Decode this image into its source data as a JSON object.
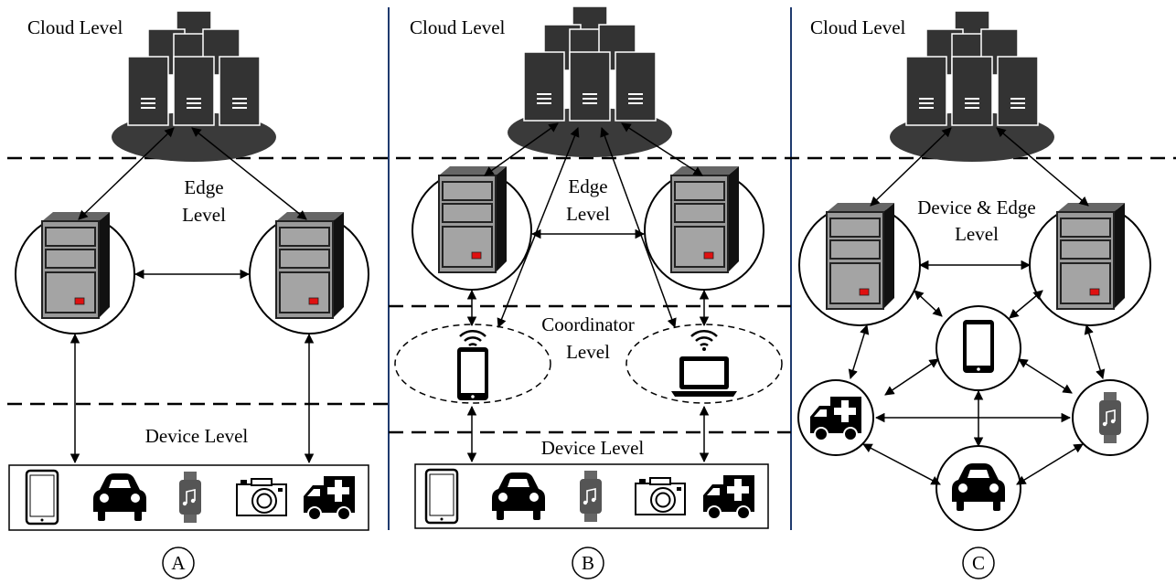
{
  "panels": [
    {
      "letter": "A",
      "cloud_label": "Cloud Level",
      "edge_label_1": "Edge",
      "edge_label_2": "Level",
      "device_label": "Device Level"
    },
    {
      "letter": "B",
      "cloud_label": "Cloud Level",
      "edge_label_1": "Edge",
      "edge_label_2": "Level",
      "coordinator_label_1": "Coordinator",
      "coordinator_label_2": "Level",
      "device_label": "Device Level"
    },
    {
      "letter": "C",
      "cloud_label": "Cloud Level",
      "device_edge_label_1": "Device & Edge",
      "device_edge_label_2": "Level"
    }
  ],
  "device_icons": [
    "tablet-icon",
    "car-icon",
    "smartwatch-icon",
    "camera-icon",
    "ambulance-icon"
  ],
  "coordinator_icons": [
    "wifi-phone-icon",
    "wifi-laptop-icon"
  ],
  "colors": {
    "divider": "#1f3a6e",
    "server_front": "#9a9a9a",
    "server_side": "#111111",
    "cloud_dark": "#3a3a3a",
    "led": "#e01010"
  }
}
